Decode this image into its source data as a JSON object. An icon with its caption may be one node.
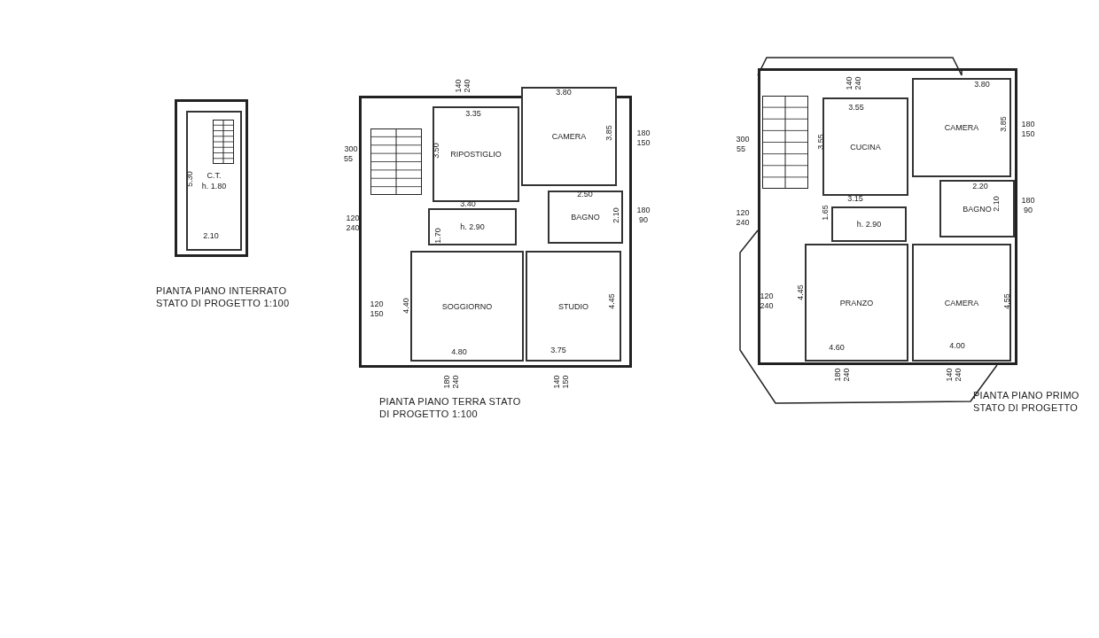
{
  "diagram": {
    "nodes": [
      {
        "text": [
          "PIANTA PIANO INTERRATO STATO DI PROGETTO 1:100"
        ]
      },
      {
        "text": [
          "C.T.",
          "h. 1.80"
        ],
        "in": 0
      },
      {
        "text": [
          "PIANTA PIANO TERRA STATO DI PROGETTO 1:100"
        ]
      },
      {
        "text": [
          "RIPOSTIGLIO"
        ],
        "in": 2
      },
      {
        "text": [
          "CAMERA"
        ],
        "in": 2
      },
      {
        "text": [
          "BAGNO"
        ],
        "in": 2
      },
      {
        "text": [
          "h. 2.90"
        ],
        "in": 2
      },
      {
        "text": [
          "SOGGIORNO"
        ],
        "in": 2
      },
      {
        "text": [
          "STUDIO"
        ],
        "in": 2
      },
      {
        "text": [
          "PIANTA PIANO PRIMO STATO DI PROGETTO"
        ]
      },
      {
        "text": [
          "CUCINA"
        ],
        "in": 9
      },
      {
        "text": [
          "CAMERA"
        ],
        "in": 9
      },
      {
        "text": [
          "BAGNO"
        ],
        "in": 9
      },
      {
        "text": [
          "h. 2.90"
        ],
        "in": 9
      },
      {
        "text": [
          "PRANZO"
        ],
        "in": 9
      },
      {
        "text": [
          "CAMERA"
        ],
        "in": 9
      }
    ],
    "edges": [],
    "labels": [
      "5.30",
      "2.10",
      "140",
      "240",
      "3.35",
      "3.80",
      "300",
      "55",
      "3.50",
      "3.85",
      "180",
      "150",
      "3.40",
      "2.50",
      "120",
      "240",
      "2.10",
      "180",
      "90",
      "1.70",
      "120",
      "150",
      "4.40",
      "4.45",
      "4.80",
      "3.75",
      "180",
      "240",
      "140",
      "150",
      "140",
      "240",
      "3.80",
      "3.55",
      "300",
      "55",
      "3.55",
      "3.85",
      "180",
      "150",
      "2.20",
      "3.15",
      "120",
      "240",
      "2.10",
      "180",
      "90",
      "1.65",
      "120",
      "240",
      "4.45",
      "4.55",
      "4.60",
      "4.00",
      "180",
      "240",
      "140",
      "240"
    ]
  }
}
